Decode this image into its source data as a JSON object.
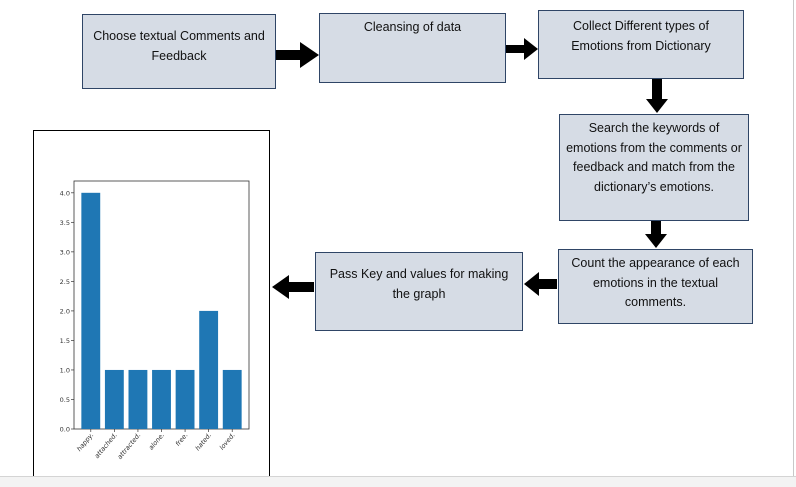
{
  "steps": {
    "step1": "Choose textual Comments and Feedback",
    "step2": "Cleansing of data",
    "step3": "Collect Different types of Emotions from Dictionary",
    "step4": "Search the keywords of emotions from the comments or feedback and match from the dictionary’s emotions.",
    "step5": "Count the appearance of each emotions in the textual comments.",
    "step6": "Pass Key and values for making the graph"
  },
  "colors": {
    "box_fill": "#d6dce5",
    "box_border": "#2f4566",
    "arrow": "#000000",
    "bar": "#1f77b4"
  },
  "chart_data": {
    "type": "bar",
    "categories": [
      "happy",
      "attached",
      "attracted",
      "alone",
      "free",
      "hated",
      "loved"
    ],
    "values": [
      4,
      1,
      1,
      1,
      1,
      2,
      1
    ],
    "ylim": [
      0,
      4.2
    ],
    "yticks": [
      "0.0",
      "0.5",
      "1.0",
      "1.5",
      "2.0",
      "2.5",
      "3.0",
      "3.5",
      "4.0"
    ],
    "grid": false
  }
}
